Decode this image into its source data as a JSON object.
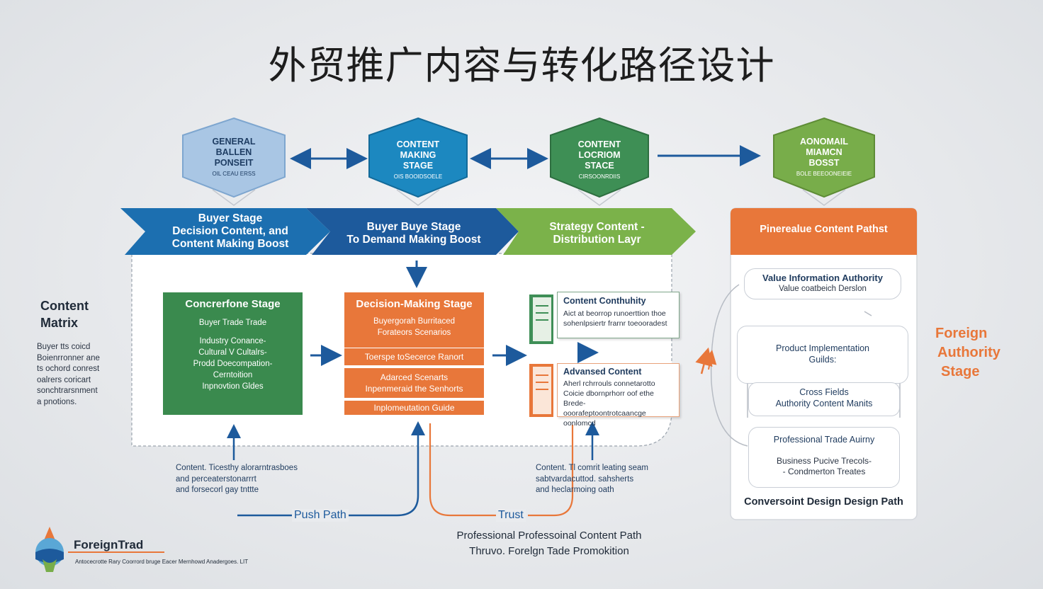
{
  "title": "外贸推广内容与转化路径设计",
  "hexagons": [
    {
      "lines": [
        "GENERAL",
        "BALLEN",
        "PONSEIT"
      ],
      "small": "OIL CEAU ERSS",
      "fill": "#a9c6e4",
      "stroke": "#7ea6cf"
    },
    {
      "lines": [
        "CONTENT",
        "MAKING",
        "STAGE"
      ],
      "small": "OIS BOOIDSOELE",
      "fill": "#1c88c0",
      "stroke": "#136a99"
    },
    {
      "lines": [
        "CONTENT",
        "LOCRIOM",
        "STACE"
      ],
      "small": "CIRSOONRDIIS",
      "fill": "#3e8f55",
      "stroke": "#2e6e40"
    },
    {
      "lines": [
        "AONOMAIL",
        "MIAMCN",
        "BOSST"
      ],
      "small": "BOLE BEEOONEIEIE",
      "fill": "#78ad4a",
      "stroke": "#5e8c36"
    }
  ],
  "banners": [
    {
      "lines": [
        "Buyer Stage",
        "Decision Content, and",
        "Content Making Boost"
      ],
      "color": "#1c6fb0"
    },
    {
      "lines": [
        "Buyer Buye Stage",
        "To Demand Making Boost"
      ],
      "color": "#1d5a9c"
    },
    {
      "lines": [
        "Strategy Content -",
        "Distribution Layr"
      ],
      "color": "#7bb24a"
    }
  ],
  "content_matrix": {
    "heading": [
      "Content",
      "Matrix"
    ],
    "body": [
      "Buyer tts coicd",
      "Boienrronner ane",
      "ts ochord conrest",
      "oalrers coricart",
      "sonchtrarsnment",
      "a pnotions."
    ]
  },
  "consideration_stage": {
    "heading": "Concrerfone Stage",
    "lines": [
      "Buyer Trade Trade",
      "",
      "Industry Conance-",
      "Cultural V Cultalrs-",
      "Prodd Doecompation-",
      "Cerntoition",
      "Inpnovtion Gldes"
    ],
    "color": "#3a8a4e"
  },
  "decision_stage": {
    "heading": "Decision-Making Stage",
    "lines": [
      "Buyergorah Burritaced",
      "Forateors Scenarios"
    ],
    "boxes": [
      "Toerspe toSecerce Ranort",
      "Adarced Scenarts\nInpenmeraid the Senhorts",
      "Inplomeutation Guide"
    ],
    "color": "#e8773a"
  },
  "doc_cards": [
    {
      "heading": "Content Conthuhity",
      "body": [
        "Aict at beorrop runoerttion thoe",
        "sohenlpsiertr frarnr toeooradest"
      ]
    },
    {
      "heading": "Advansed Content",
      "body": [
        "Aherl rchrrouls connetarotto",
        "Coicie dbornprhorr oof ethe Brede-",
        "ooorafeptoontrotcaancge oonlomcd"
      ]
    }
  ],
  "bottom_texts": {
    "left": [
      "Content. Ticesthy alorarntrasboes",
      "and perceaterstonarrrt",
      "and forsecorl gay tnttte"
    ],
    "mid": [
      "Content. Tl comrit leating seam",
      "sabtvardacuttod. sahsherts",
      "and heclarmoing oath"
    ],
    "push": "Push Path",
    "trust": "Trust",
    "professional": "Professional Professoinal Content Path",
    "through": "Thruvo. Forelgn Tade Promokition"
  },
  "right_panel": {
    "header": "Pinerealue Content Pathst",
    "header_color": "#e8773a",
    "value_pill": [
      "Value Information Authority",
      "Value coatbeich Derslon"
    ],
    "product_pill": [
      "Product Implementation",
      "Guilds:"
    ],
    "cross_pill": [
      "Cross Fields",
      "Authority Content Manits"
    ],
    "professional_pill": [
      "Professional Trade Auirny"
    ],
    "business_pill": [
      "Business Pucive Trecols-",
      "- Condmerton Treates"
    ],
    "footer": "Conversoint Design Design Path"
  },
  "foreign_authority": [
    "Foreign",
    "Authority",
    "Stage"
  ],
  "logo": {
    "name": "ForeignTrad",
    "tagline": "Antocecrotte Rary Coorrord bruge Eacer Mernhowd Anadergoes. LIT"
  },
  "colors": {
    "blue_arrow": "#1d5a9c",
    "orange_line": "#e8773a",
    "gray_line": "#b7bcc4"
  }
}
